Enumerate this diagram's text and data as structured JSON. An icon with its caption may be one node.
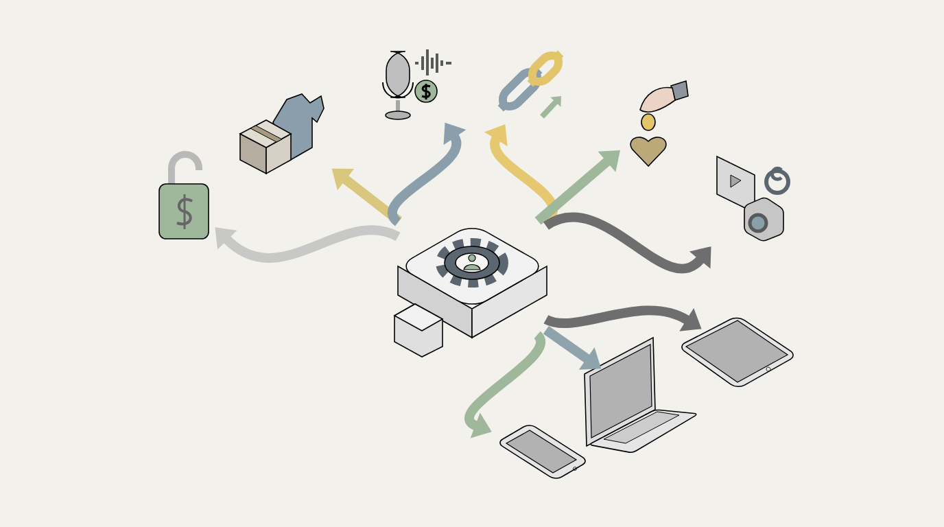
{
  "diagram": {
    "nodes": [
      {
        "text": [],
        "shape": "picture"
      },
      {
        "text": [],
        "shape": "picture"
      },
      {
        "text": [],
        "shape": "picture"
      },
      {
        "text": [],
        "shape": "picture"
      },
      {
        "text": [],
        "shape": "picture"
      },
      {
        "text": [],
        "shape": "picture"
      },
      {
        "text": [],
        "shape": "picture"
      },
      {
        "text": [],
        "shape": "picture"
      },
      {
        "text": [],
        "shape": "picture"
      },
      {
        "text": [],
        "shape": "picture"
      }
    ],
    "edges": [
      {
        "from": 0,
        "to": 1,
        "arrow": "to",
        "color": "#c8c8c6"
      },
      {
        "from": 0,
        "to": 2,
        "arrow": "to",
        "color": "#d9c77e"
      },
      {
        "from": 0,
        "to": 3,
        "arrow": "to",
        "color": "#8a9fab"
      },
      {
        "from": 0,
        "to": 4,
        "arrow": "to",
        "color": "#e5c870"
      },
      {
        "from": 0,
        "to": 5,
        "arrow": "to",
        "color": "#9fb79a"
      },
      {
        "from": 0,
        "to": 6,
        "arrow": "to",
        "color": "#6e6e6e"
      },
      {
        "from": 0,
        "to": 7,
        "arrow": "to",
        "color": "#6e6e6e"
      },
      {
        "from": 0,
        "to": 8,
        "arrow": "to",
        "color": "#8fa3ad"
      },
      {
        "from": 0,
        "to": 9,
        "arrow": "to",
        "color": "#9fb79a"
      }
    ]
  }
}
